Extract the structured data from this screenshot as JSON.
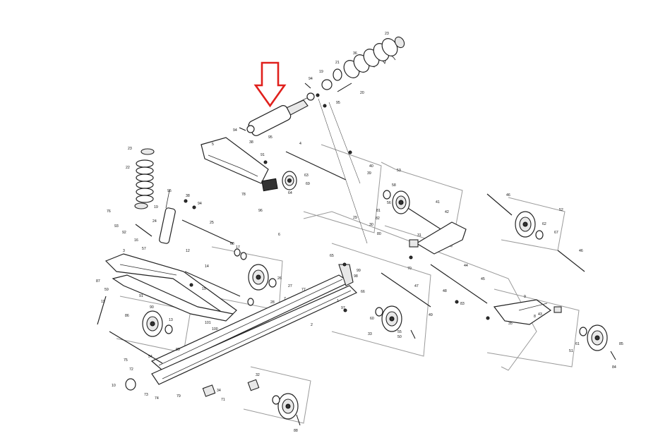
{
  "labels": [
    "1",
    "2",
    "3",
    "4",
    "5",
    "6",
    "7",
    "8",
    "9",
    "10",
    "11",
    "12",
    "13",
    "14",
    "15",
    "16",
    "17",
    "19",
    "20",
    "21",
    "22",
    "23",
    "24",
    "25",
    "26",
    "27",
    "28",
    "29",
    "30",
    "31",
    "32",
    "33",
    "34",
    "35",
    "36",
    "38",
    "39",
    "40",
    "41",
    "42",
    "43",
    "44",
    "45",
    "46",
    "47",
    "48",
    "49",
    "50",
    "51",
    "52",
    "53",
    "54",
    "55",
    "56",
    "57",
    "58",
    "59",
    "60",
    "61",
    "62",
    "63",
    "64",
    "65",
    "66",
    "67",
    "68",
    "69",
    "70",
    "71",
    "72",
    "73",
    "74",
    "75",
    "76",
    "77",
    "78",
    "79",
    "80",
    "81",
    "82",
    "83",
    "84",
    "85",
    "86",
    "87",
    "88",
    "89",
    "90",
    "91",
    "92",
    "93",
    "94",
    "95",
    "96",
    "97",
    "98",
    "99",
    "100",
    "101"
  ],
  "callouts": [
    {
      "id": "c-23a",
      "text": "23"
    },
    {
      "id": "c-36",
      "text": "36"
    },
    {
      "id": "c-21",
      "text": "21"
    },
    {
      "id": "c-20",
      "text": "20"
    },
    {
      "id": "c-19a",
      "text": "19"
    },
    {
      "id": "c-94a",
      "text": "94"
    },
    {
      "id": "c-95a",
      "text": "95"
    },
    {
      "id": "c-38a",
      "text": "38"
    },
    {
      "id": "c-94b",
      "text": "94"
    },
    {
      "id": "c-95b",
      "text": "95"
    },
    {
      "id": "c-23b",
      "text": "23"
    },
    {
      "id": "c-22",
      "text": "22"
    },
    {
      "id": "c-95c",
      "text": "95"
    },
    {
      "id": "c-38b",
      "text": "38"
    },
    {
      "id": "c-94c",
      "text": "94"
    },
    {
      "id": "c-19b",
      "text": "19"
    },
    {
      "id": "c-24",
      "text": "24"
    },
    {
      "id": "c-76",
      "text": "76"
    },
    {
      "id": "c-25",
      "text": "25"
    },
    {
      "id": "c-93a",
      "text": "93"
    },
    {
      "id": "c-92",
      "text": "92"
    },
    {
      "id": "c-16",
      "text": "16"
    },
    {
      "id": "c-57a",
      "text": "57"
    },
    {
      "id": "c-12a",
      "text": "12"
    },
    {
      "id": "c-3",
      "text": "3"
    },
    {
      "id": "c-87a",
      "text": "87"
    },
    {
      "id": "c-59",
      "text": "59"
    },
    {
      "id": "c-91a",
      "text": "91"
    },
    {
      "id": "c-86",
      "text": "86"
    },
    {
      "id": "c-11",
      "text": "11"
    },
    {
      "id": "c-91b",
      "text": "91"
    },
    {
      "id": "c-40",
      "text": "40"
    },
    {
      "id": "c-56",
      "text": "56"
    },
    {
      "id": "c-53a",
      "text": "53"
    },
    {
      "id": "c-58a",
      "text": "58"
    },
    {
      "id": "c-41",
      "text": "41"
    },
    {
      "id": "c-42",
      "text": "42"
    },
    {
      "id": "c-46a",
      "text": "46"
    },
    {
      "id": "c-52",
      "text": "52"
    },
    {
      "id": "c-46b",
      "text": "46"
    },
    {
      "id": "c-62",
      "text": "62"
    },
    {
      "id": "c-67",
      "text": "67"
    },
    {
      "id": "c-31",
      "text": "31"
    },
    {
      "id": "c-44",
      "text": "44"
    },
    {
      "id": "c-45",
      "text": "45"
    },
    {
      "id": "c-47",
      "text": "47"
    },
    {
      "id": "c-83",
      "text": "83"
    },
    {
      "id": "c-2",
      "text": "2"
    },
    {
      "id": "c-1",
      "text": "1"
    },
    {
      "id": "c-9",
      "text": "9"
    },
    {
      "id": "c-55",
      "text": "55"
    },
    {
      "id": "c-35",
      "text": "35"
    },
    {
      "id": "c-85",
      "text": "85"
    },
    {
      "id": "c-84",
      "text": "84"
    },
    {
      "id": "c-51",
      "text": "51"
    },
    {
      "id": "c-33",
      "text": "33"
    },
    {
      "id": "c-50",
      "text": "50"
    },
    {
      "id": "c-88",
      "text": "88"
    },
    {
      "id": "c-32",
      "text": "32"
    },
    {
      "id": "c-34",
      "text": "34"
    },
    {
      "id": "c-10",
      "text": "10"
    },
    {
      "id": "c-72",
      "text": "72"
    },
    {
      "id": "c-73",
      "text": "73"
    },
    {
      "id": "c-74",
      "text": "74"
    },
    {
      "id": "c-75",
      "text": "75"
    },
    {
      "id": "c-71",
      "text": "71"
    },
    {
      "id": "c-79",
      "text": "79"
    },
    {
      "id": "c-101",
      "text": "101"
    },
    {
      "id": "c-100",
      "text": "100"
    },
    {
      "id": "c-14",
      "text": "14"
    },
    {
      "id": "c-15",
      "text": "15"
    },
    {
      "id": "c-68",
      "text": "68"
    },
    {
      "id": "c-17",
      "text": "17"
    },
    {
      "id": "c-26",
      "text": "26"
    },
    {
      "id": "c-27",
      "text": "27"
    },
    {
      "id": "c-28",
      "text": "28"
    },
    {
      "id": "c-65",
      "text": "65"
    },
    {
      "id": "c-98",
      "text": "98"
    },
    {
      "id": "c-99",
      "text": "99"
    },
    {
      "id": "c-97",
      "text": "97"
    },
    {
      "id": "c-4",
      "text": "4"
    },
    {
      "id": "c-5",
      "text": "5"
    },
    {
      "id": "c-6",
      "text": "6"
    },
    {
      "id": "c-7",
      "text": "7"
    },
    {
      "id": "c-8",
      "text": "8"
    },
    {
      "id": "c-13",
      "text": "13"
    },
    {
      "id": "c-29",
      "text": "29"
    },
    {
      "id": "c-30",
      "text": "30"
    },
    {
      "id": "c-39",
      "text": "39"
    },
    {
      "id": "c-43",
      "text": "43"
    },
    {
      "id": "c-48",
      "text": "48"
    },
    {
      "id": "c-49",
      "text": "49"
    },
    {
      "id": "c-54",
      "text": "54"
    },
    {
      "id": "c-60",
      "text": "60"
    },
    {
      "id": "c-61",
      "text": "61"
    },
    {
      "id": "c-63",
      "text": "63"
    },
    {
      "id": "c-64",
      "text": "64"
    },
    {
      "id": "c-66",
      "text": "66"
    },
    {
      "id": "c-69",
      "text": "69"
    },
    {
      "id": "c-70",
      "text": "70"
    },
    {
      "id": "c-77",
      "text": "77"
    },
    {
      "id": "c-78",
      "text": "78"
    },
    {
      "id": "c-80",
      "text": "80"
    },
    {
      "id": "c-81",
      "text": "81"
    },
    {
      "id": "c-82",
      "text": "82"
    },
    {
      "id": "c-89",
      "text": "89"
    },
    {
      "id": "c-90",
      "text": "90"
    },
    {
      "id": "c-96",
      "text": "96"
    }
  ],
  "arrow_color": "#e0201c",
  "line_color": "#222222"
}
